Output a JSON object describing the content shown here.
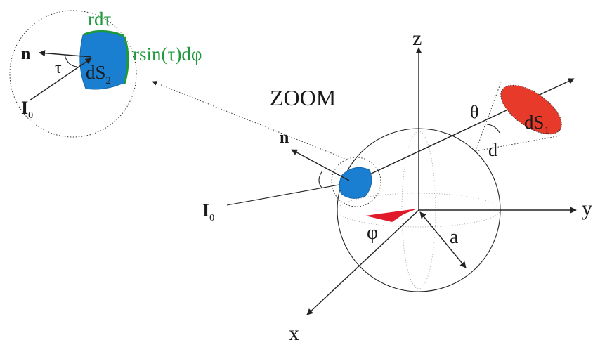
{
  "labels": {
    "zoom": "ZOOM",
    "axis_z": "z",
    "axis_y": "y",
    "axis_x": "x",
    "normal_main": "n",
    "normal_zoom": "n",
    "incident_main": "I",
    "incident_main_sub": "0",
    "incident_zoom": "I",
    "incident_zoom_sub": "0",
    "angle_tau": "τ",
    "angle_theta": "θ",
    "angle_phi": "φ",
    "radius_a": "a",
    "distance_d": "d",
    "element_dS1": "dS",
    "element_dS1_sub": "1",
    "element_dS2": "dS",
    "element_dS2_sub": "2",
    "arc_rdtau": "rdτ",
    "arc_rsin": "rsin(τ)dφ"
  },
  "colors": {
    "patch_blue": "#1a7fd0",
    "patch_red": "#e83a2a",
    "arc_green": "#1e9a3c",
    "phi_marker": "#e01a2a"
  }
}
